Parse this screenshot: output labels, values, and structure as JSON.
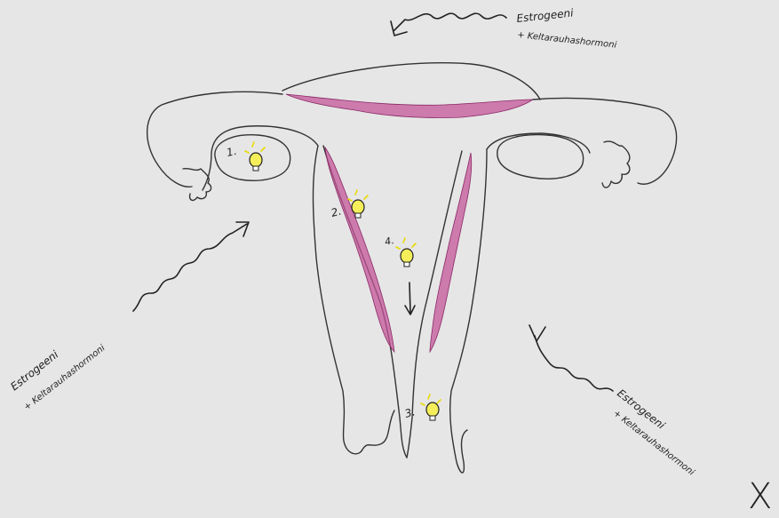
{
  "labels": {
    "top": {
      "line1": "Estrogeeni",
      "line2": "+ Keltarauhashormoni"
    },
    "left": {
      "line1": "Estrogeeni",
      "line2": "+ Keltarauhashormoni"
    },
    "right": {
      "line1": "Estrogeeni",
      "line2": "+ Keltarauhashormoni"
    }
  },
  "stages": [
    {
      "number": "1."
    },
    {
      "number": "2."
    },
    {
      "number": "3."
    },
    {
      "number": "4."
    }
  ],
  "corner_mark": "X",
  "colors": {
    "background": "#e6e6e6",
    "endometrium": "#c4559a",
    "bulb": "#f4ee5a",
    "ink": "#222222"
  }
}
